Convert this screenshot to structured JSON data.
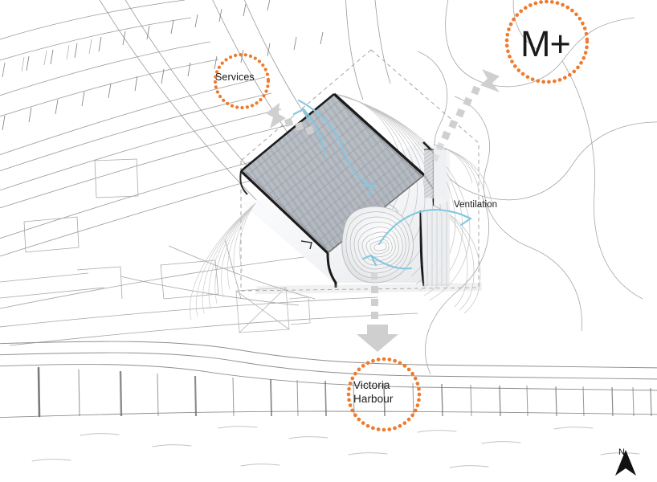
{
  "diagram": {
    "title": "M+ Museum site ventilation and services diagram",
    "background_color": "#ffffff",
    "accent_color": "#ee7b2e",
    "airflow_color": "#86c7e0",
    "arrow_color": "#cfcfcf",
    "line_color": "#9a9a9a"
  },
  "brand": {
    "logo_text": "M+"
  },
  "annotations": {
    "services": {
      "label": "Services",
      "style": "dotted-circle"
    },
    "ventilation": {
      "label": "Ventilation",
      "style": "plain-text"
    },
    "harbour": {
      "label": "Victoria\nHarbour",
      "style": "dotted-circle"
    }
  },
  "compass": {
    "label": "N",
    "direction": "up"
  },
  "legend_elements": [
    "dotted orange callout circle",
    "gray dashed directional arrow",
    "blue curved airflow arrow",
    "striped louvered roof",
    "contour topography lines",
    "harbour promenade hatching"
  ]
}
